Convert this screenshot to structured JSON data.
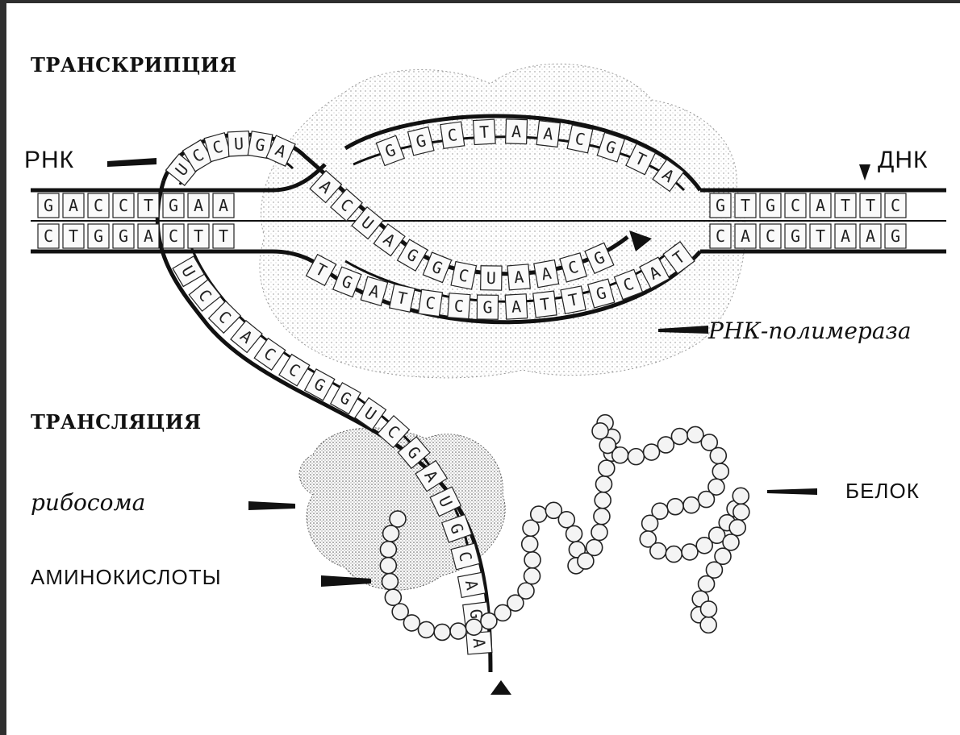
{
  "headings": {
    "transcription": "ТРАНСКРИПЦИЯ",
    "translation": "ТРАНСЛЯЦИЯ"
  },
  "labels": {
    "rna": "РНК",
    "dna": "ДНК",
    "rna_polymerase": "РНК-полимераза",
    "ribosome": "рибосома",
    "amino_acids": "АМИНОКИСЛОТЫ",
    "protein": "БЕЛОК"
  },
  "sequences": {
    "dna_top_left": [
      "G",
      "A",
      "C",
      "C",
      "T",
      "G",
      "A",
      "A"
    ],
    "dna_top_right": [
      "G",
      "T",
      "G",
      "C",
      "A",
      "T",
      "T",
      "C"
    ],
    "dna_bottom_left": [
      "C",
      "T",
      "G",
      "G",
      "A",
      "C",
      "T",
      "T"
    ],
    "dna_bottom_right": [
      "C",
      "A",
      "C",
      "G",
      "T",
      "A",
      "A",
      "G"
    ],
    "template_loop": [
      "T",
      "G",
      "A",
      "T",
      "C",
      "C",
      "G",
      "A",
      "T",
      "T",
      "G",
      "C",
      "A",
      "T"
    ],
    "coding_loop": [
      "G",
      "G",
      "C",
      "T",
      "A",
      "A",
      "C",
      "G",
      "T",
      "A"
    ],
    "rna_crossing": [
      "A",
      "C",
      "U",
      "A",
      "G",
      "G",
      "C",
      "U",
      "A",
      "A",
      "C",
      "G"
    ],
    "rna_hairpin_top": [
      "U",
      "C",
      "C",
      "U",
      "G",
      "A"
    ],
    "rna_tail": [
      "U",
      "C",
      "C",
      "A",
      "C",
      "C",
      "G",
      "G",
      "U",
      "C",
      "G",
      "A",
      "U",
      "G",
      "C",
      "A",
      "G",
      "A"
    ]
  },
  "colors": {
    "frame": "#2f2f2f",
    "ink": "#111111",
    "stipple": "#8a8a8a",
    "bead": "#f4f4f4"
  }
}
